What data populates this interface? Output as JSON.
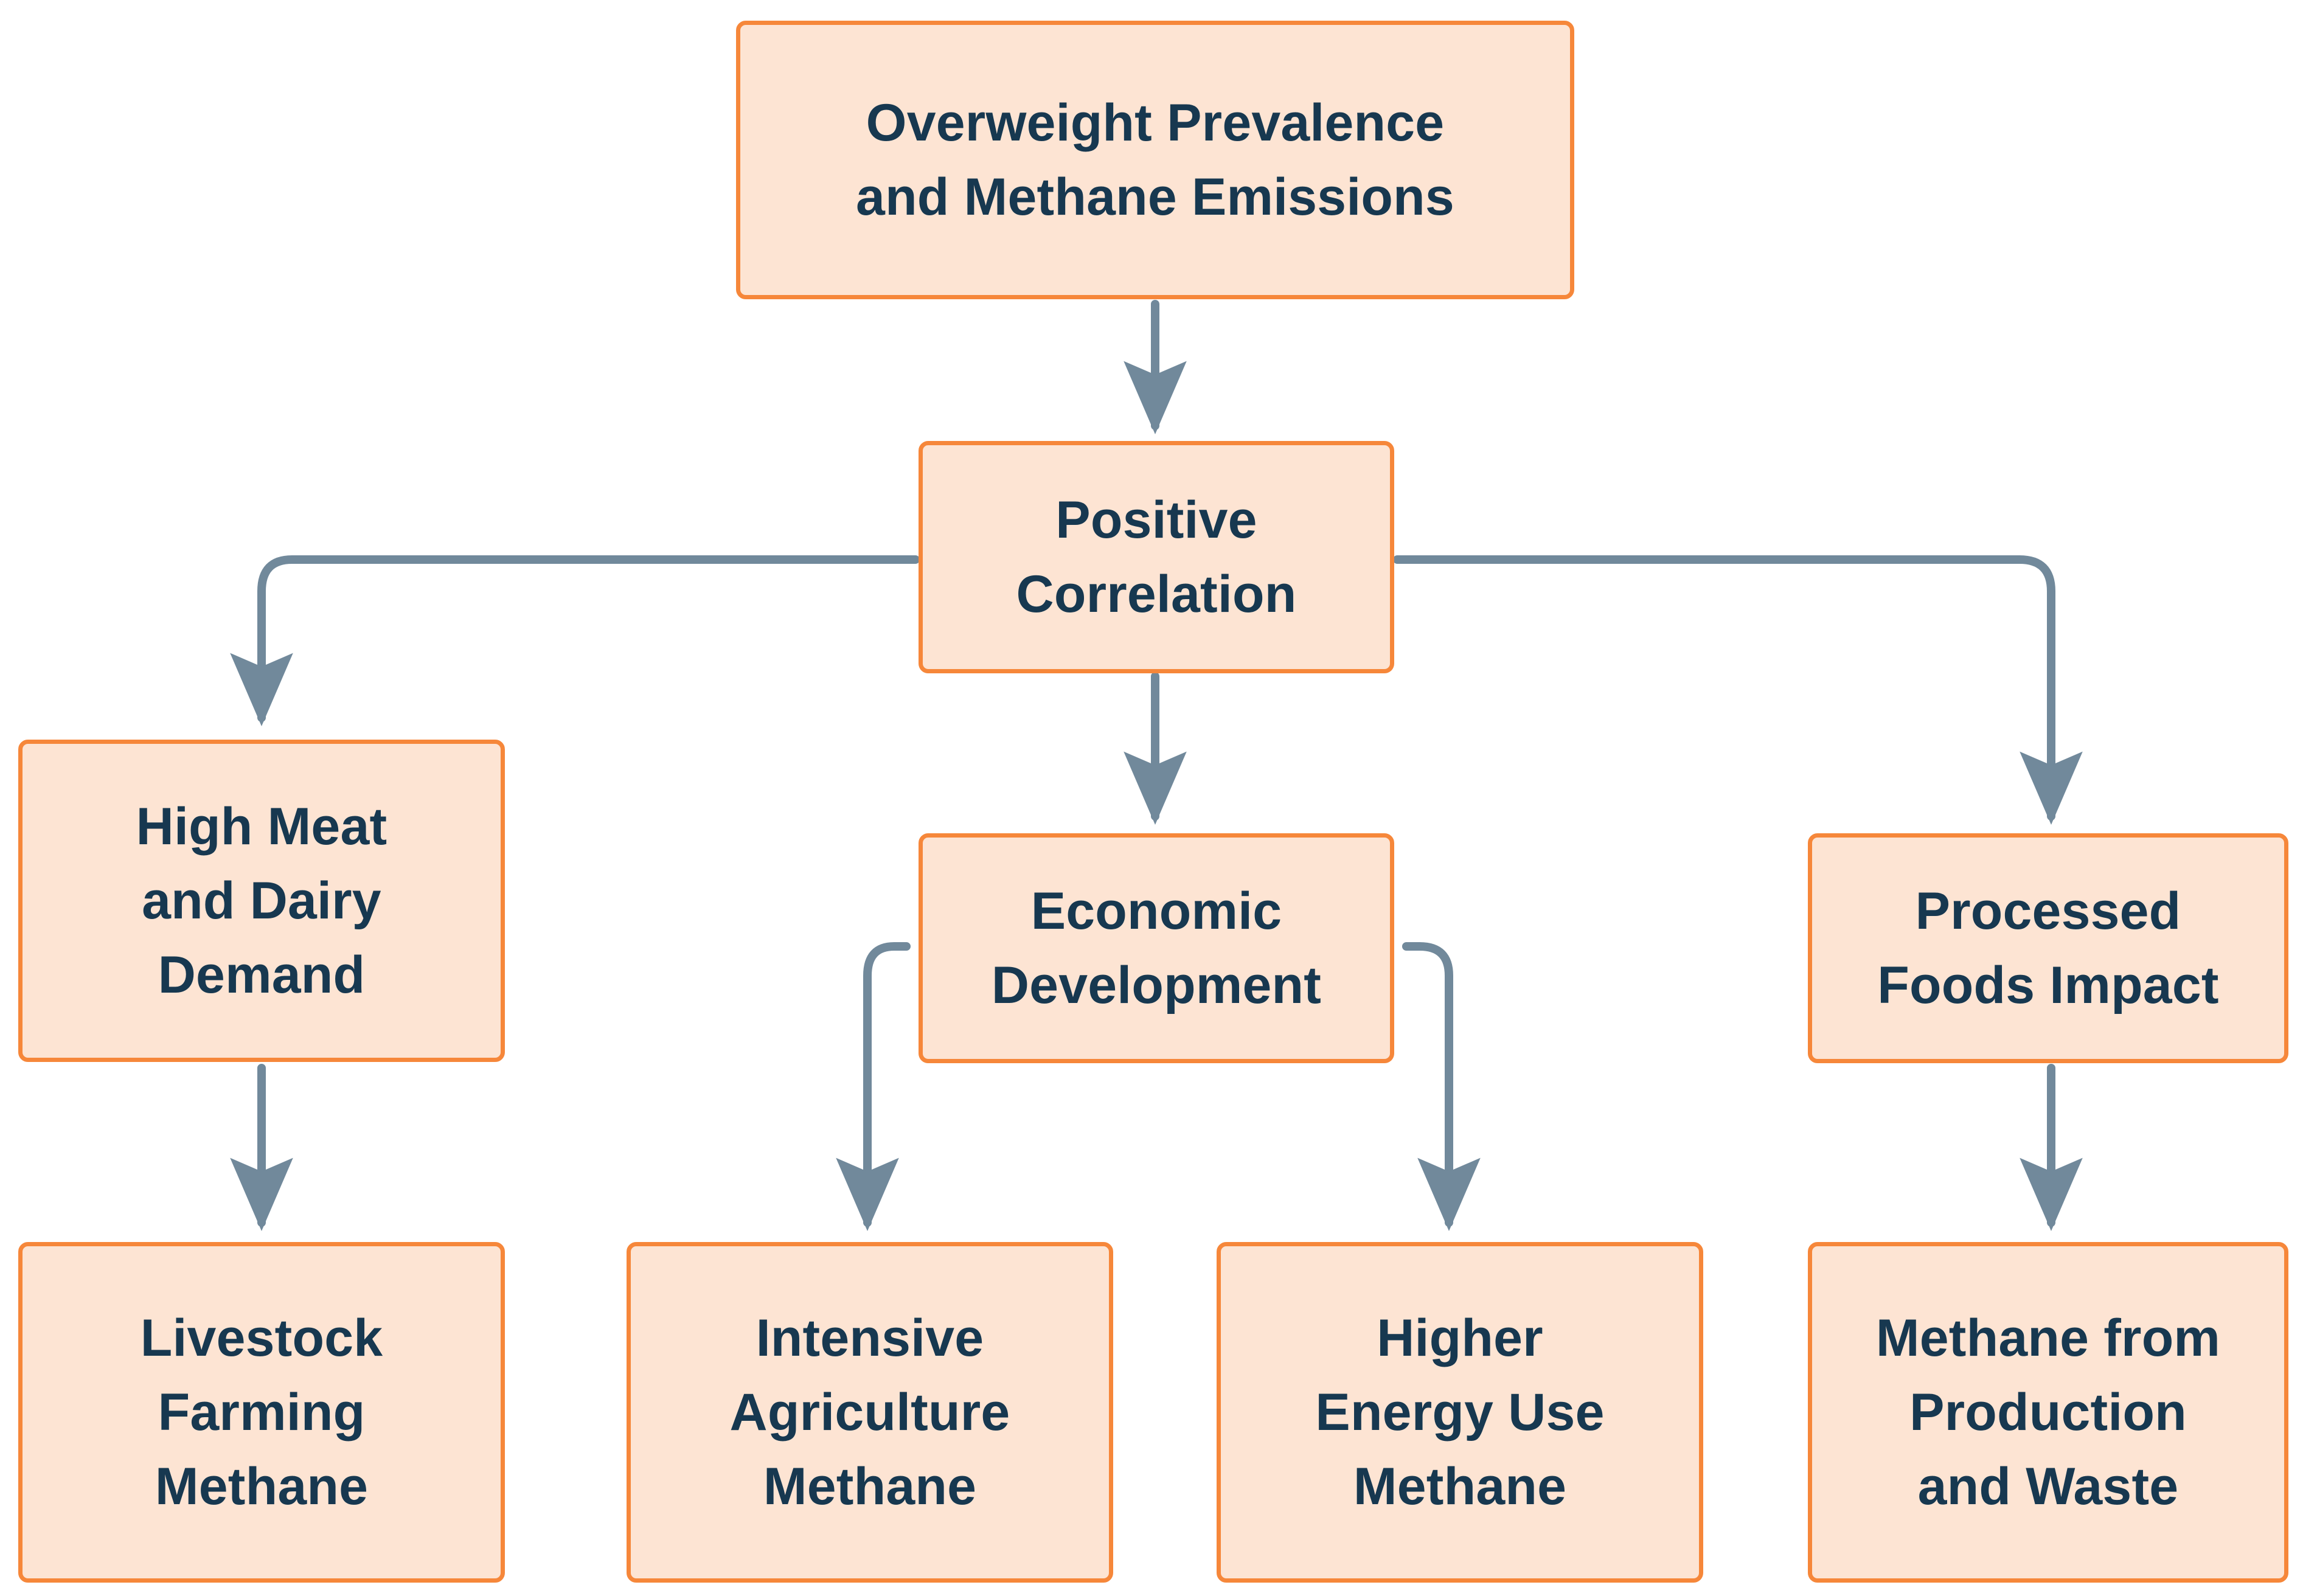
{
  "diagram": {
    "type": "flowchart",
    "orientation": "top-down",
    "title": "Overweight Prevalence and Methane Emissions",
    "colors": {
      "node_fill": "#FDE4D3",
      "node_border": "#F6873A",
      "node_text": "#173850",
      "edge": "#71899B",
      "background": "#FFFFFF"
    },
    "nodes": {
      "root": {
        "label": "Overweight Prevalence\nand Methane Emissions"
      },
      "correlation": {
        "label": "Positive\nCorrelation"
      },
      "meat": {
        "label": "High Meat\nand Dairy\nDemand"
      },
      "economic": {
        "label": "Economic\nDevelopment"
      },
      "processed": {
        "label": "Processed\nFoods Impact"
      },
      "livestock": {
        "label": "Livestock\nFarming\nMethane"
      },
      "intensive": {
        "label": "Intensive\nAgriculture\nMethane"
      },
      "energy": {
        "label": "Higher\nEnergy Use\nMethane"
      },
      "waste": {
        "label": "Methane from\nProduction\nand Waste"
      }
    },
    "edges": [
      {
        "id": "edge-root-correlation",
        "from": "root",
        "to": "correlation",
        "style": "straight-down"
      },
      {
        "id": "edge-correlation-meat",
        "from": "correlation",
        "to": "meat",
        "style": "elbow-left"
      },
      {
        "id": "edge-correlation-economic",
        "from": "correlation",
        "to": "economic",
        "style": "straight-down"
      },
      {
        "id": "edge-correlation-processed",
        "from": "correlation",
        "to": "processed",
        "style": "elbow-right"
      },
      {
        "id": "edge-meat-livestock",
        "from": "meat",
        "to": "livestock",
        "style": "straight-down"
      },
      {
        "id": "edge-economic-intensive",
        "from": "economic",
        "to": "intensive",
        "style": "elbow-left"
      },
      {
        "id": "edge-economic-energy",
        "from": "economic",
        "to": "energy",
        "style": "elbow-right"
      },
      {
        "id": "edge-processed-waste",
        "from": "processed",
        "to": "waste",
        "style": "straight-down"
      }
    ]
  }
}
